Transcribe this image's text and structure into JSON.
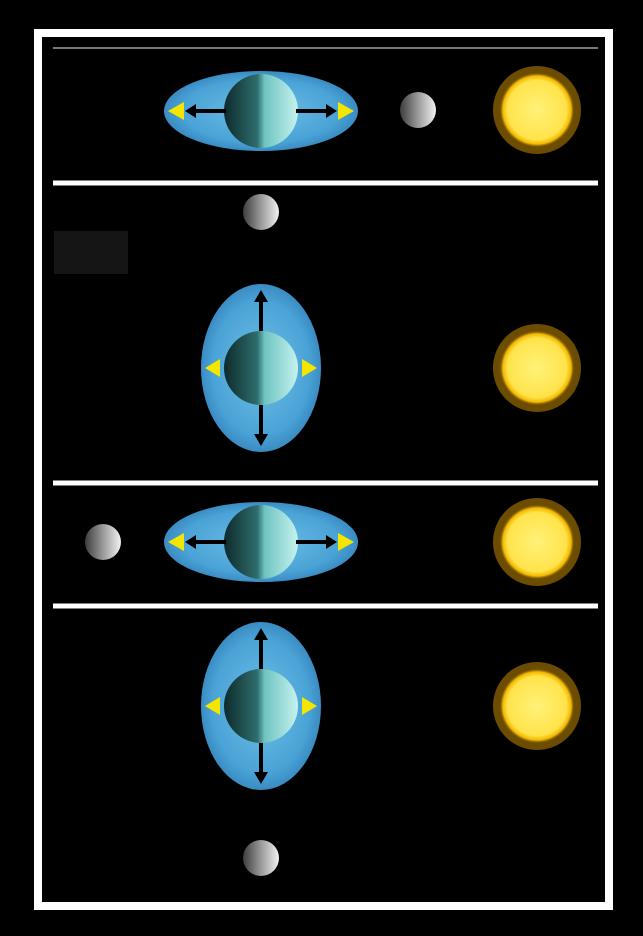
{
  "diagram": {
    "panels": [
      {
        "id": "panel-1",
        "moon": "right-of-earth",
        "bulge": "horizontal",
        "sun": "right"
      },
      {
        "id": "panel-2",
        "moon": "above-earth",
        "bulge": "vertical",
        "sun": "right"
      },
      {
        "id": "panel-3",
        "moon": "left-of-earth",
        "bulge": "horizontal",
        "sun": "right"
      },
      {
        "id": "panel-4",
        "moon": "below-earth",
        "bulge": "vertical",
        "sun": "right"
      }
    ],
    "colors": {
      "background": "#000000",
      "frame": "#ffffff",
      "divider": "#ffffff",
      "tidal_bulge": "#4fa6d8",
      "sun": "#ffec5c",
      "sun_glow": "#ffb400",
      "arrow_black": "#000000",
      "arrow_yellow": "#f5e600",
      "moon_light": "#f2f2f2",
      "moon_dark": "#444444",
      "earth_dark": "#0e2a2c",
      "earth_light": "#a6e6e2",
      "hidden_label": "#151515"
    }
  }
}
